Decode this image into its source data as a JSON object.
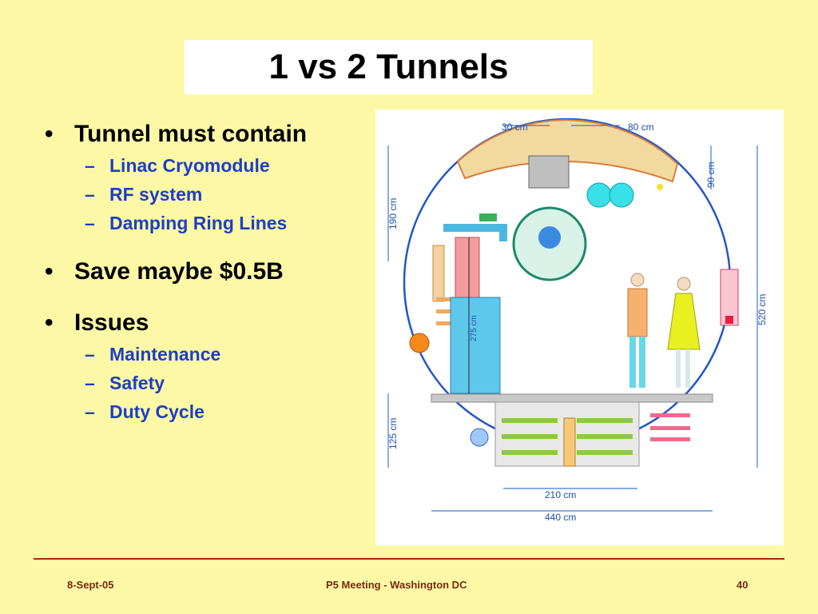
{
  "title": "1 vs 2 Tunnels",
  "bullets": [
    {
      "text": "Tunnel must contain",
      "sub": [
        "Linac Cryomodule",
        "RF system",
        "Damping Ring Lines"
      ]
    },
    {
      "text": "Save maybe $0.5B",
      "sub": []
    },
    {
      "text": "Issues",
      "sub": [
        "Maintenance",
        "Safety",
        "Duty Cycle"
      ]
    }
  ],
  "bullet_glyph": "•",
  "sub_glyph": "–",
  "figure": {
    "dims": {
      "top_a": "30 cm",
      "top_b": "80 cm",
      "left_upper": "190 cm",
      "right_upper": "90 cm",
      "center": "275 cm",
      "right_total": "520 cm",
      "left_lower": "125 cm",
      "bottom_inner": "210 cm",
      "bottom_total": "440 cm"
    }
  },
  "footer": {
    "date": "8-Sept-05",
    "meeting": "P5 Meeting - Washington DC",
    "page": "40"
  },
  "colors": {
    "background": "#fdf8a6",
    "sub_text": "#1d3fc5",
    "footer_text": "#7a2a10",
    "footer_rule": "#9b2b1e",
    "dimension": "#1f4fa8"
  }
}
